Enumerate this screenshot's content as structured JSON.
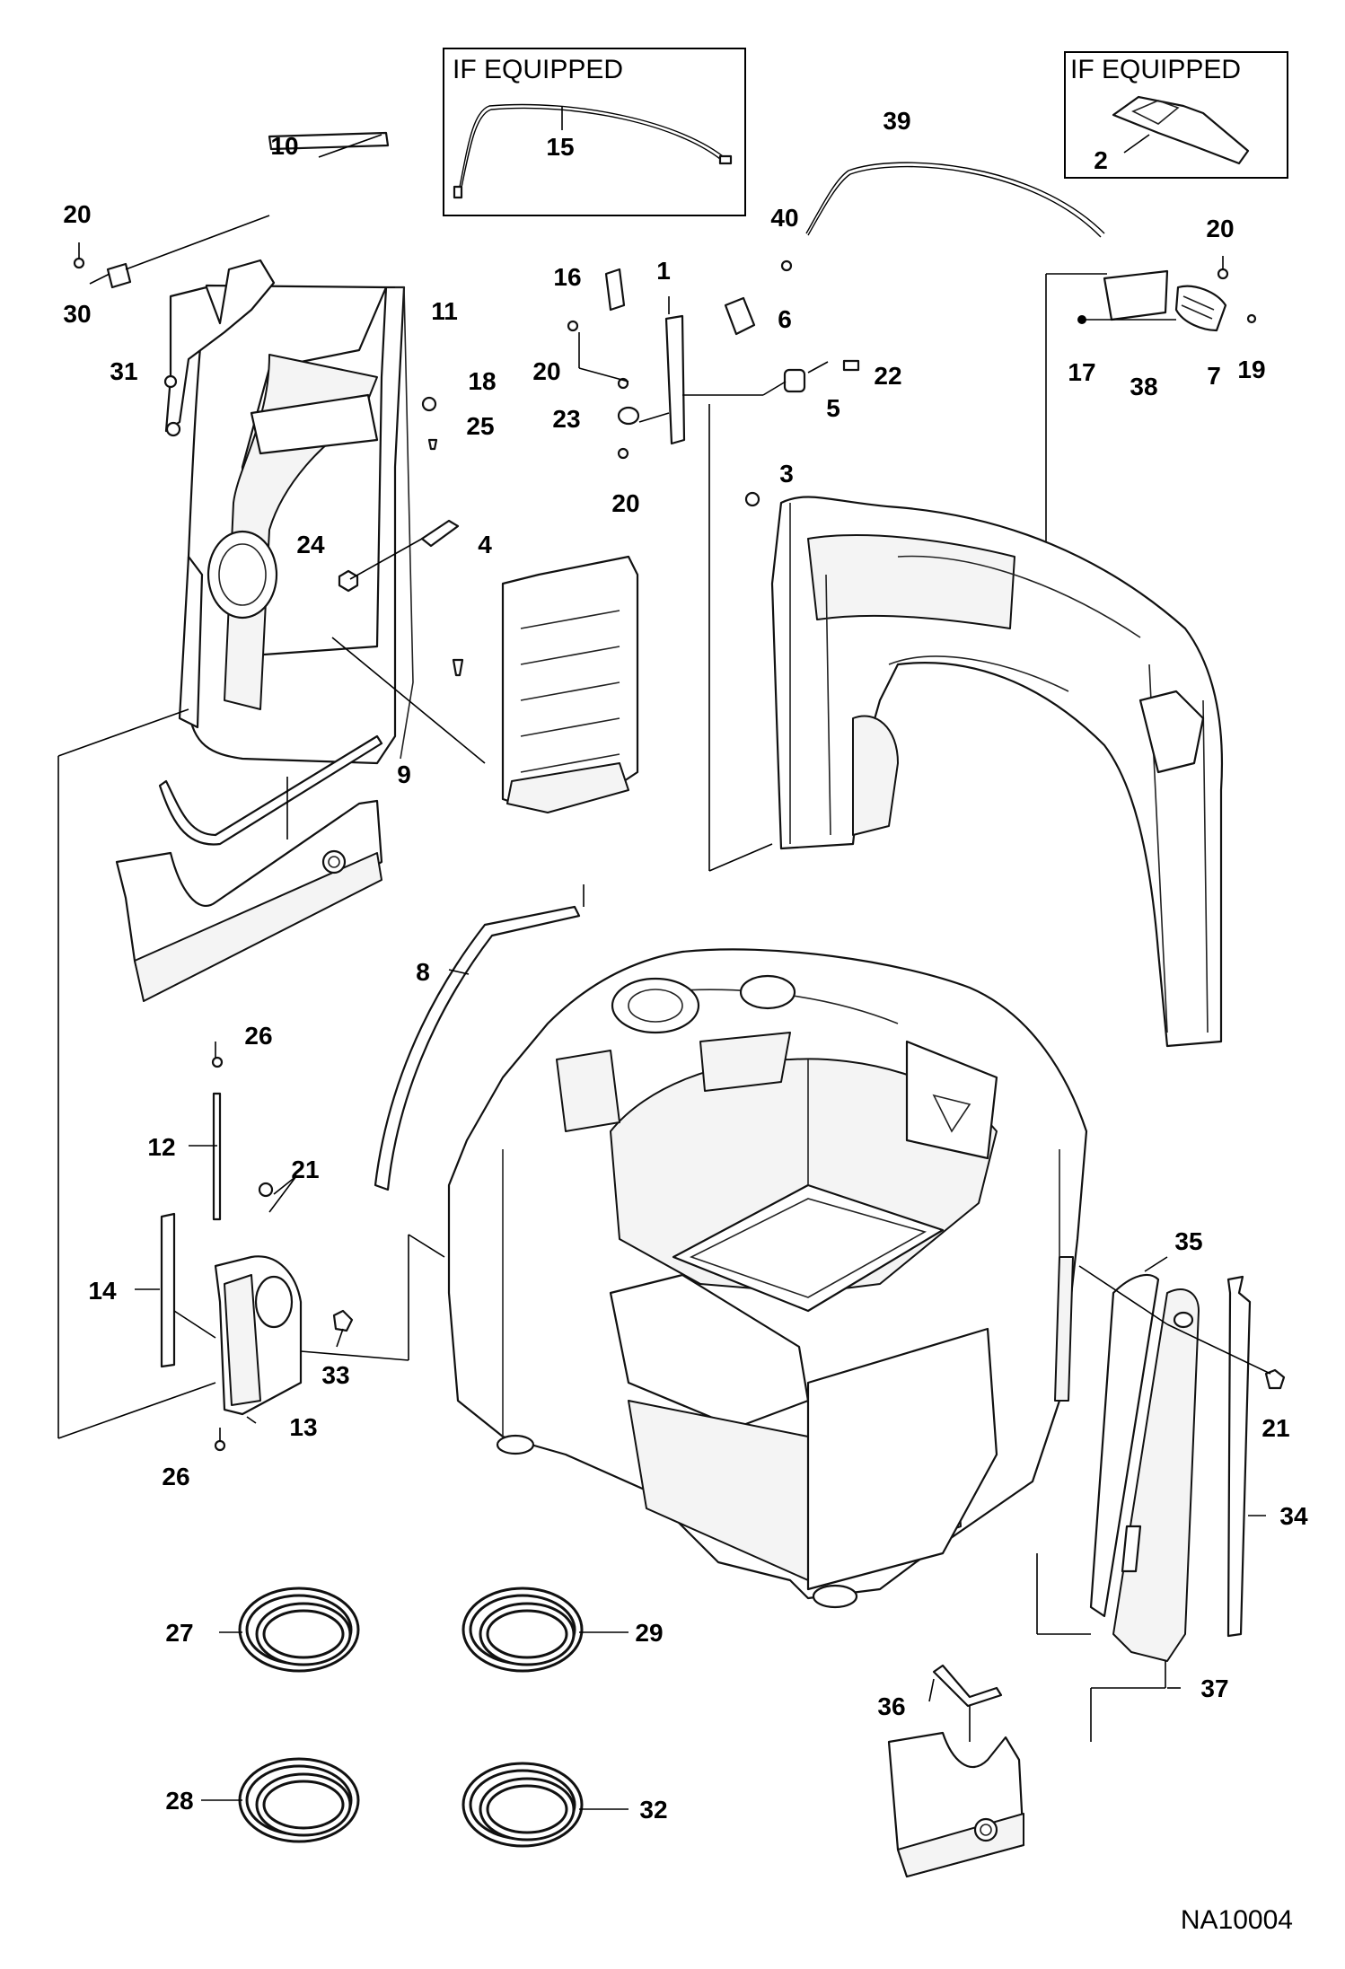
{
  "drawing_id": "NA10004",
  "boxes": [
    {
      "title": "IF EQUIPPED",
      "parts": [
        "15"
      ]
    },
    {
      "title": "IF EQUIPPED",
      "parts": [
        "2"
      ]
    }
  ],
  "callouts": {
    "c1": "1",
    "c2": "2",
    "c3": "3",
    "c4": "4",
    "c5": "5",
    "c6": "6",
    "c7": "7",
    "c8": "8",
    "c9": "9",
    "c10": "10",
    "c11": "11",
    "c12": "12",
    "c13": "13",
    "c14": "14",
    "c15": "15",
    "c16": "16",
    "c17": "17",
    "c18": "18",
    "c19": "19",
    "c20": "20",
    "c21": "21",
    "c22": "22",
    "c23": "23",
    "c24": "24",
    "c25": "25",
    "c26": "26",
    "c27": "27",
    "c28": "28",
    "c29": "29",
    "c30": "30",
    "c31": "31",
    "c32": "32",
    "c33": "33",
    "c34": "34",
    "c35": "35",
    "c36": "36",
    "c37": "37",
    "c38": "38",
    "c39": "39",
    "c40": "40"
  }
}
